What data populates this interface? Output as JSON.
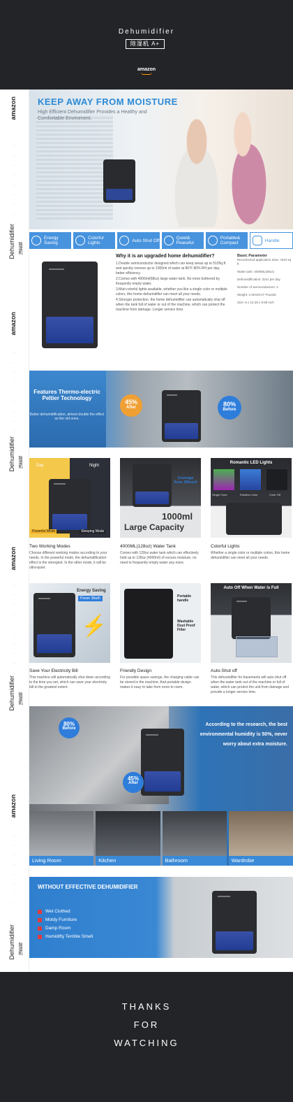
{
  "header": {
    "title": "Dehumidifier",
    "badge": "除湿机 A+",
    "brand": "amazon"
  },
  "sidebar": {
    "brand": "amazon",
    "product": "Dehumidifier",
    "product_cn": "除湿机"
  },
  "hero": {
    "headline": "KEEP AWAY FROM MOISTURE",
    "subhead": "High Efficient Dehumidifier Provides a Healthy and Comfortable Enviroment."
  },
  "features": [
    {
      "label": "Energy Saving"
    },
    {
      "label": "Colorful Lights"
    },
    {
      "label": "Auto Shut Off"
    },
    {
      "label": "Quiet& Peaceful"
    },
    {
      "label": "Portable& Compact"
    },
    {
      "label": "Handle"
    }
  ],
  "info": {
    "question": "Why it is an upgraded home dehumidifier?",
    "points": [
      "1.Double semiconductor designed which can keep areas up to 5105q.ft and quickly remove up to 1000ml of water at 86°F 80% RH per day, better efficiency.",
      "2.Comes with 4000ml(68oz) large water tank. No more bothered by frequently empty water.",
      "3.Muti-colorful lights available, whether you like a single color or multiple colors, this home dehumidifier can meet all your needs.",
      "4.Stronger protection. the home dehumidifier can automatically shut off when the tank full of water or out of the machine, which can protect the machine from damage. Longer service time."
    ],
    "param_title": "Basic Parameter",
    "params": [
      "Recommend application area: <510 sq ft",
      "Water tank: 4000ML(68oz)",
      "Dehumidification: 32oz per day",
      "Number of semiconductors: 2",
      "Weight: 2.3KG/5.07 Pounds",
      "Size: 6 x 12.28 x 8.85 inch"
    ]
  },
  "peltier": {
    "title": "Features Thermo-electric Peltier Technology",
    "desc": "Better dehumidification, almost double the effect as the old ones.",
    "after_pct": "45%",
    "after_label": "After",
    "before_pct": "80%",
    "before_label": "Before"
  },
  "grid": [
    {
      "title": "Two Working Modes",
      "text": "Choose different working modes according to your needs. In the powerful mode, the dehumidification effect is the strongest. In the other mode, it will be ultra-quiet.",
      "tag_a": "Day",
      "tag_b": "Night",
      "mode_a": "Powerful Mode",
      "mode_b": "Sleeping Mode"
    },
    {
      "title": "4000ML(128oz) Water Tank",
      "text": "Comes with 128oz water tank which can effectively hold up to 128oz (4000ml) of excess moisture, no need to frequently empty water any more.",
      "big": "1000ml",
      "big2": "Large Capacity",
      "coverage": "Coverage Area: 260sq.ft"
    },
    {
      "title": "Colorful Lights",
      "text": "Whether a single color or multiple colors, this home dehumidifier can meet all your needs.",
      "overlay": "Romantic LED Lights",
      "opt1": "Single Color",
      "opt2": "Rotation Color",
      "opt3": "Color Off"
    },
    {
      "title": "Save Your Electricity Bill",
      "text": "This machine will automatically shut down according to the time you set, which can save your electricity bill to the greatest extent.",
      "overlay": "Energy Saving",
      "power": "Power",
      "power_val": "36w/h"
    },
    {
      "title": "Friendly Design",
      "text": "For possible space savings, the charging cable can be stored in the machine. And portable design makes it easy to take from room to room.",
      "label1": "Portable handle",
      "label2": "Washable Dust Proof Filter"
    },
    {
      "title": "Auto-Shut off",
      "text": "This dehumidifier for basements will auto shut off when the water tank out of the machine or full of water, which can protect the unit from damage and provide a longer service time.",
      "overlay": "Auto Off When Water is Full"
    }
  ],
  "rooms": {
    "before_pct": "80%",
    "before_label": "Before",
    "after_pct": "45%",
    "after_label": "After",
    "quote": "According to the research, the best environmental humidity is 50%, never worry about extra moisture.",
    "labels": [
      "Living Room",
      "Kitchen",
      "Bathroom",
      "Wardrobe"
    ]
  },
  "without": {
    "title": "WITHOUT EFFECTIVE DEHUMIDIFIER",
    "items": [
      "Wet Clothed",
      "Moldy Furniture",
      "Damp Room",
      "Humidifty Terrible Smell"
    ]
  },
  "footer": {
    "line1": "THANKS",
    "line2": "FOR",
    "line3": "WATCHING"
  },
  "colors": {
    "accent_blue": "#4793de",
    "accent_orange": "#f0a033",
    "dark_bg": "#232427"
  }
}
